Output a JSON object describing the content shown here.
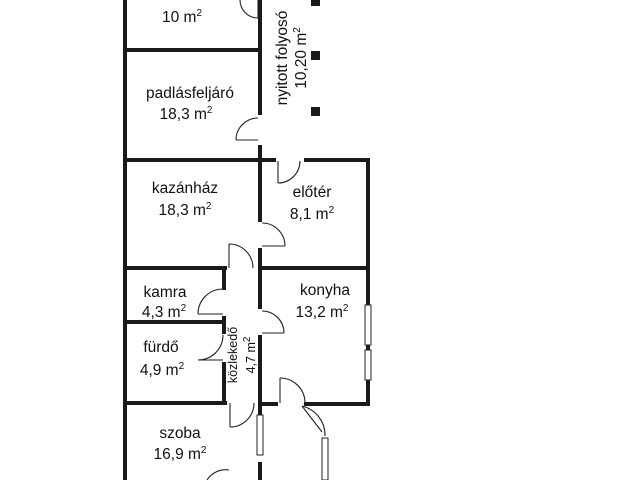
{
  "rooms": [
    {
      "id": "top",
      "name": "",
      "area_num": "10 m",
      "area_unit": "2"
    },
    {
      "id": "padlasfeljaro",
      "name": "padlásfeljáró",
      "area_num": "18,3 m",
      "area_unit": "2"
    },
    {
      "id": "kazanhaz",
      "name": "kazánház",
      "area_num": "18,3 m",
      "area_unit": "2"
    },
    {
      "id": "eloter",
      "name": "előtér",
      "area_num": "8,1 m",
      "area_unit": "2"
    },
    {
      "id": "kamra",
      "name": "kamra",
      "area_num": "4,3 m",
      "area_unit": "2"
    },
    {
      "id": "konyha",
      "name": "konyha",
      "area_num": "13,2 m",
      "area_unit": "2"
    },
    {
      "id": "furdo",
      "name": "fürdő",
      "area_num": "4,9 m",
      "area_unit": "2"
    },
    {
      "id": "szoba",
      "name": "szoba",
      "area_num": "16,9 m",
      "area_unit": "2"
    }
  ],
  "corridor": {
    "name": "közlekedő",
    "area_num": "4,7 m",
    "area_unit": "2"
  },
  "open_corridor": {
    "name": "nyitott folyosó",
    "area_num": "10,20 m",
    "area_unit": "2"
  },
  "colors": {
    "wall": "#1a1a1a",
    "background": "#ffffff"
  }
}
